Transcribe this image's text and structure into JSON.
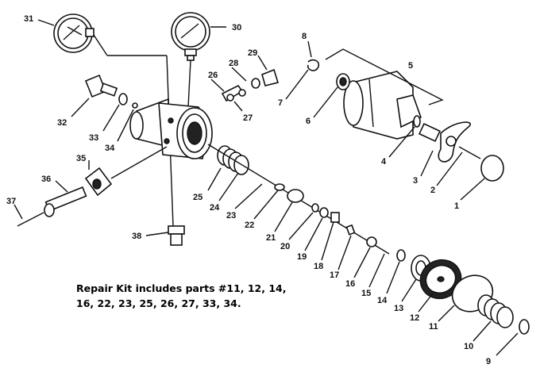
{
  "part_numbers": [
    "1",
    "2",
    "3",
    "4",
    "5",
    "6",
    "7",
    "8",
    "9",
    "10",
    "11",
    "12",
    "13",
    "14",
    "15",
    "16",
    "17",
    "18",
    "19",
    "20",
    "21",
    "22",
    "23",
    "24",
    "25",
    "26",
    "27",
    "28",
    "29",
    "30",
    "31",
    "32",
    "33",
    "34",
    "35",
    "36",
    "37",
    "38"
  ],
  "note": {
    "line1": "Repair Kit includes parts #11, 12, 14,",
    "line2": "16, 22, 23, 25, 26, 27, 33, 34."
  }
}
